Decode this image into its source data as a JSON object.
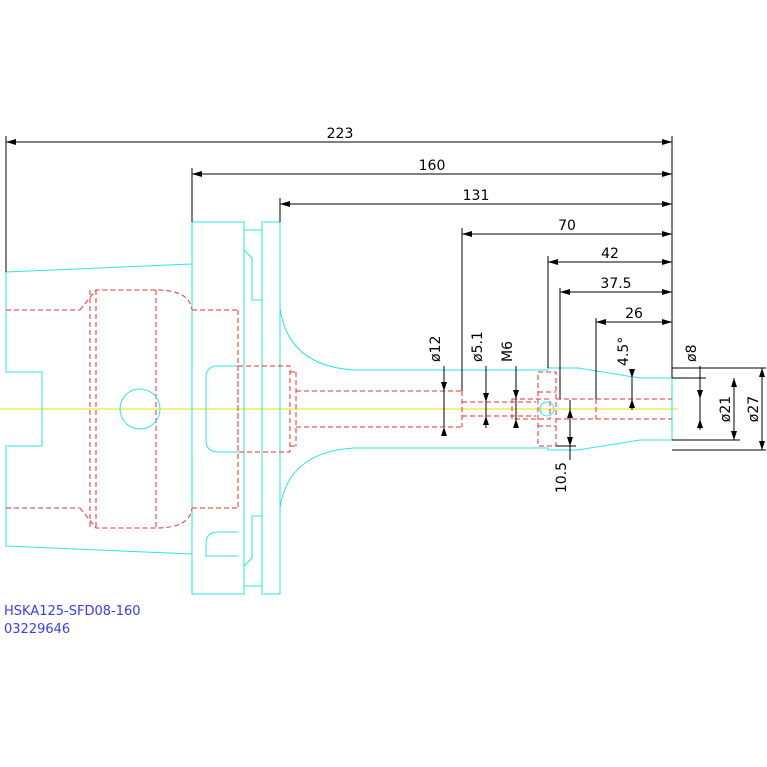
{
  "colors": {
    "geometry": "#2ee6e6",
    "hidden": "#e63232",
    "centerline": "#e6e600",
    "dimension": "#000000",
    "caption": "#3a3aff"
  },
  "dimensions": {
    "overall_length": "223",
    "flange_to_end": "160",
    "neck_to_end": "131",
    "bore_depth_70": "70",
    "bore_depth_42": "42",
    "bore_depth_37_5": "37.5",
    "bore_depth_26": "26",
    "dia_12": "ø12",
    "dia_5_1": "ø5.1",
    "thread_m6": "M6",
    "taper_angle": "4.5°",
    "dia_8": "ø8",
    "dia_21": "ø21",
    "dia_27": "ø27",
    "offset_10_5": "10.5"
  },
  "caption": {
    "part_name": "HSKA125-SFD08-160",
    "part_number": "03229646"
  }
}
